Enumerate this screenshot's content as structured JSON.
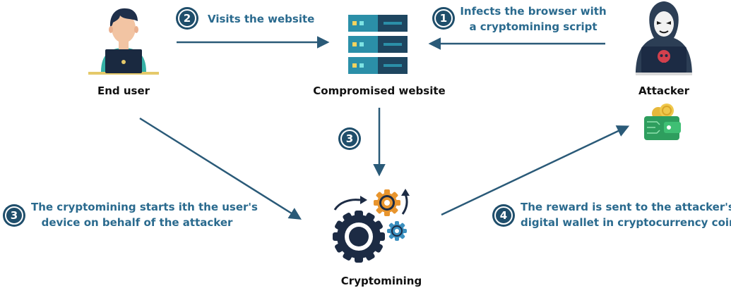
{
  "nodes": {
    "end_user": "End user",
    "website": "Compromised website",
    "attacker": "Attacker",
    "cryptomining": "Cryptomining"
  },
  "steps": [
    {
      "number": "1",
      "text_line1": "Infects the browser with",
      "text_line2": "a cryptomining script"
    },
    {
      "number": "2",
      "text_line1": "Visits the website",
      "text_line2": ""
    },
    {
      "number": "3",
      "text_line1": "The cryptomining starts ith the user's",
      "text_line2": "device on behalf of the attacker"
    },
    {
      "number": "3",
      "text_line1": "",
      "text_line2": ""
    },
    {
      "number": "4",
      "text_line1": "The reward is sent to the attacker's",
      "text_line2": "digital wallet in cryptocurrency coins"
    }
  ],
  "colors": {
    "arrow": "#2a5a78",
    "step_text": "#2a6a8e",
    "badge": "#1f4e6b",
    "server_dark": "#1e4660",
    "server_teal": "#2b8fa8",
    "gear_orange": "#e8952e",
    "gear_blue": "#3a8fbf",
    "gear_dark": "#1c2b44",
    "wallet_green": "#2e9e5e",
    "coin_gold": "#e7b83b",
    "skull_red": "#d2404d"
  },
  "icons": [
    "user-at-laptop-icon",
    "server-icon",
    "hacker-icon",
    "wallet-icon",
    "gears-icon"
  ]
}
